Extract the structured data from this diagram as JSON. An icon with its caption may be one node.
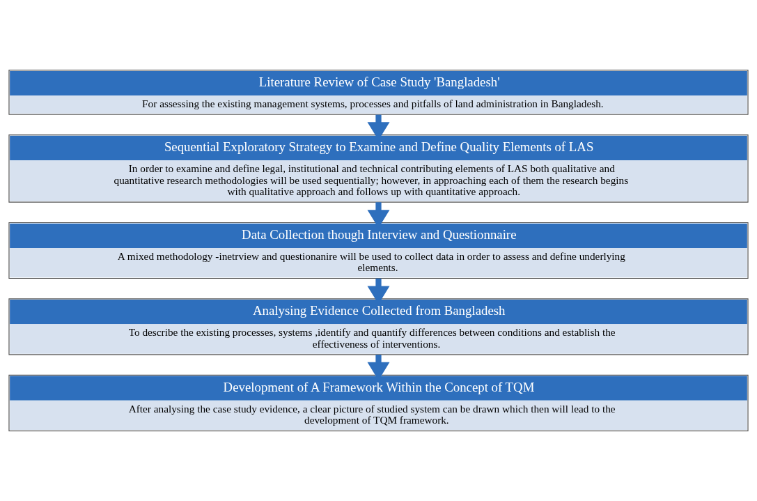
{
  "diagram": {
    "nodes": [
      {
        "text": [
          "Literature Review of Case Study 'Bangladesh'",
          "For assessing the existing management systems, processes and pitfalls of land administration in Bangladesh."
        ]
      },
      {
        "text": [
          "Sequential Exploratory Strategy to Examine and Define Quality Elements of LAS",
          "In order to examine and define legal, institutional and technical contributing elements of LAS both qualitative and quantitative research methodologies will be used sequentially; however, in approaching each of them the research begins with qualitative approach and follows up with quantitative approach."
        ]
      },
      {
        "text": [
          "Data Collection though Interview and Questionnaire",
          "A mixed methodology -inetrview and questionanire will be used to collect data in order to assess and define underlying elements."
        ]
      },
      {
        "text": [
          "Analysing Evidence Collected from Bangladesh",
          "To describe the existing processes, systems ,identify and quantify differences between conditions and establish the effectiveness of interventions."
        ]
      },
      {
        "text": [
          "Development of A Framework Within the Concept of TQM",
          "After analysing the case study evidence, a clear picture of studied system can be drawn which then will lead to the development of TQM framework."
        ]
      }
    ],
    "edges": [
      {
        "from": 0,
        "to": 1,
        "arrow": "to"
      },
      {
        "from": 1,
        "to": 2,
        "arrow": "to"
      },
      {
        "from": 2,
        "to": 3,
        "arrow": "to"
      },
      {
        "from": 3,
        "to": 4,
        "arrow": "to"
      }
    ]
  }
}
